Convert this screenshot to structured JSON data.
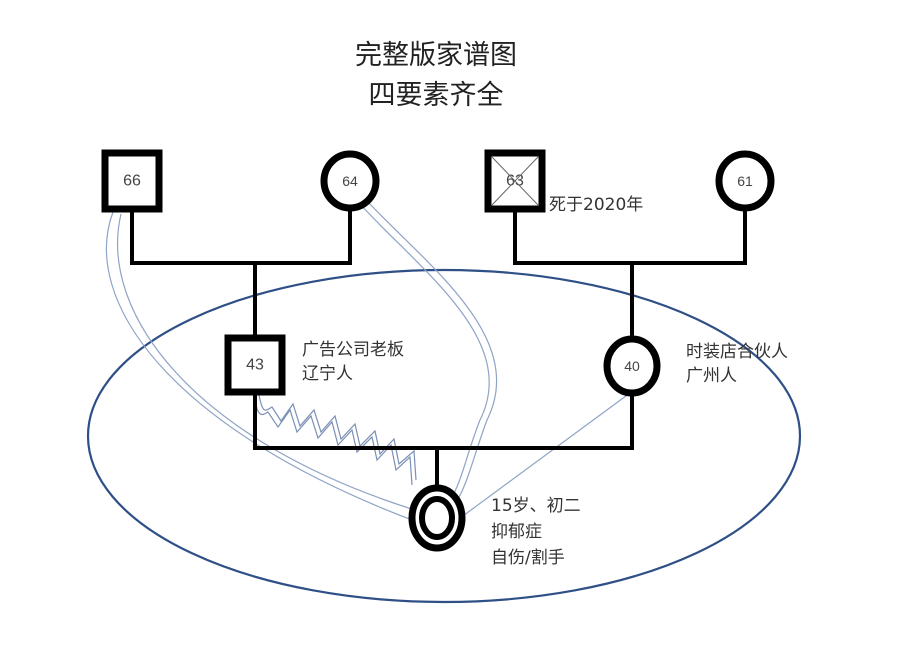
{
  "title": {
    "line1": "完整版家谱图",
    "line2": "四要素齐全"
  },
  "colors": {
    "symbol_stroke": "#000000",
    "household_ellipse": "#2f4f87",
    "relationship_line": "#8ea4c6",
    "text": "#333333"
  },
  "people": {
    "paternal_grandfather": {
      "gender": "male",
      "age": "66",
      "deceased": false
    },
    "paternal_grandmother": {
      "gender": "female",
      "age": "64",
      "deceased": false
    },
    "maternal_grandfather": {
      "gender": "male",
      "age": "63",
      "deceased": true,
      "note": "死于2020年"
    },
    "maternal_grandmother": {
      "gender": "female",
      "age": "61",
      "deceased": false
    },
    "father": {
      "gender": "male",
      "age": "43",
      "notes": [
        "广告公司老板",
        "辽宁人"
      ]
    },
    "mother": {
      "gender": "female",
      "age": "40",
      "notes": [
        "时装店合伙人",
        "广州人"
      ]
    },
    "identified_patient": {
      "gender": "female",
      "is_index_person": true,
      "notes": [
        "15岁、初二",
        "抑郁症",
        "自伤/割手"
      ]
    }
  },
  "relationships": [
    {
      "from": "father",
      "to": "identified_patient",
      "type": "hostile / conflictual (zigzag)"
    },
    {
      "from": "paternal_grandfather",
      "to": "identified_patient",
      "type": "close (double line)"
    },
    {
      "from": "paternal_grandmother",
      "to": "identified_patient",
      "type": "close (double line)"
    },
    {
      "from": "mother",
      "to": "identified_patient",
      "type": "distant (thin line)"
    }
  ],
  "household": {
    "members": [
      "father",
      "mother",
      "identified_patient"
    ],
    "shape": "ellipse"
  }
}
